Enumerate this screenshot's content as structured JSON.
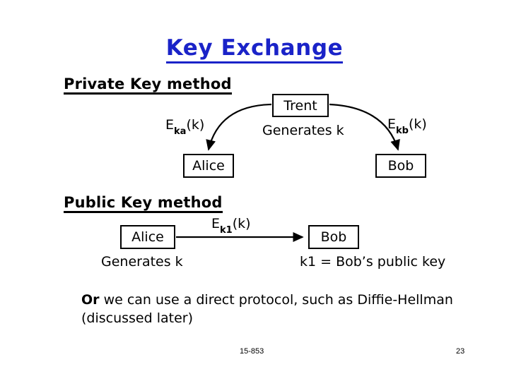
{
  "slide": {
    "title": "Key Exchange",
    "title_color": "#1A23C8",
    "background": "#ffffff",
    "text_color": "#000000"
  },
  "private_section": {
    "heading": "Private Key method",
    "trent_box": "Trent",
    "trent_note": "Generates k",
    "alice_box": "Alice",
    "bob_box": "Bob",
    "edge_left": {
      "label_base": "E",
      "label_sub": "ka",
      "label_tail": "(k)"
    },
    "edge_right": {
      "label_base": "E",
      "label_sub": "kb",
      "label_tail": "(k)"
    }
  },
  "public_section": {
    "heading": "Public Key method",
    "alice_box": "Alice",
    "bob_box": "Bob",
    "alice_note": "Generates k",
    "bob_note": "k1 = Bob’s public key",
    "edge": {
      "label_base": "E",
      "label_sub": "k1",
      "label_tail": "(k)"
    }
  },
  "note": {
    "bold_lead": "Or",
    "rest": " we can use a direct protocol, such as Diffie-Hellman (discussed later)"
  },
  "footer": {
    "course": "15-853",
    "page_number": "23"
  }
}
